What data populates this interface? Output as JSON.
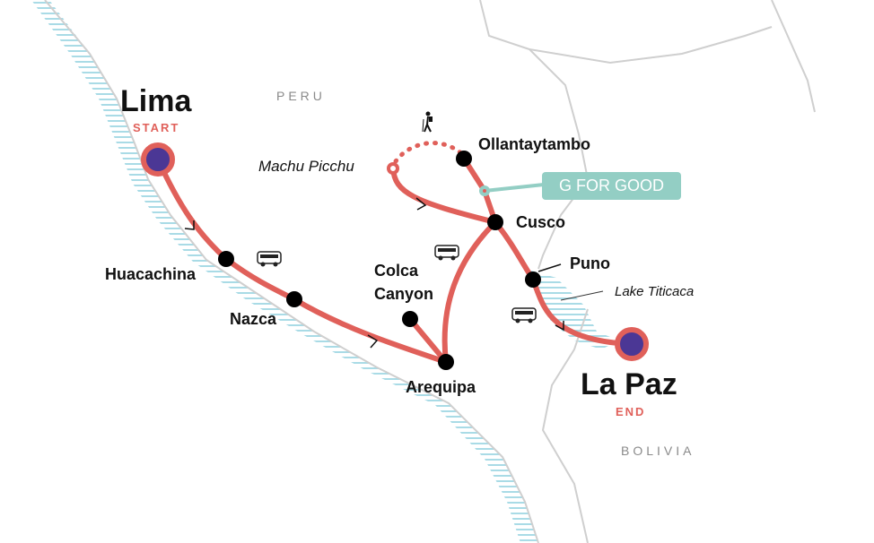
{
  "countries": {
    "peru": "PERU",
    "bolivia": "BOLIVIA"
  },
  "start": {
    "name": "Lima",
    "tag": "START"
  },
  "end": {
    "name": "La Paz",
    "tag": "END"
  },
  "stops": {
    "huacachina": "Huacachina",
    "nazca": "Nazca",
    "colca": "Colca\nCanyon",
    "colca_line1": "Colca",
    "colca_line2": "Canyon",
    "arequipa": "Arequipa",
    "cusco": "Cusco",
    "ollantaytambo": "Ollantaytambo",
    "machu_picchu": "Machu Picchu",
    "puno": "Puno"
  },
  "lake": "Lake Titicaca",
  "badge": "G FOR GOOD",
  "icons": [
    "bus-icon",
    "hiker-icon",
    "direction-arrow-icon"
  ],
  "colors": {
    "route": "#e0605a",
    "endpoint": "#4b3795",
    "badge": "#93cec4",
    "water": "#a9dbe6",
    "border": "#cfcfcf"
  }
}
